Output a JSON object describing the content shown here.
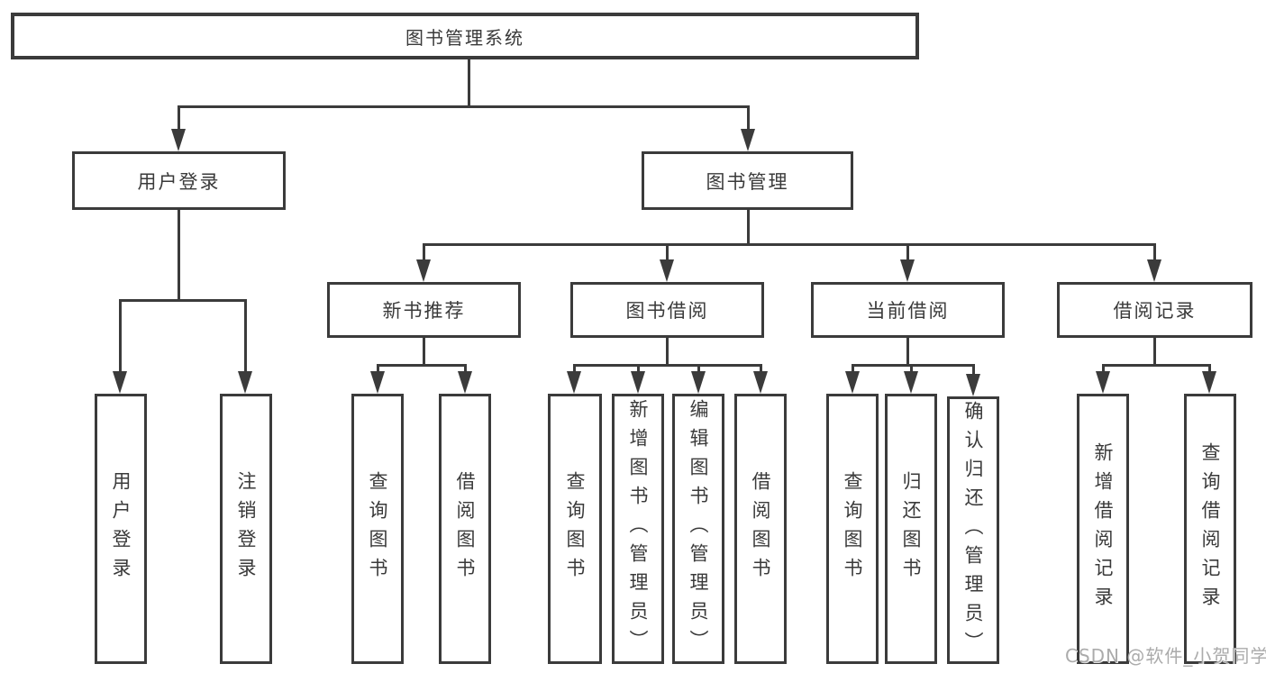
{
  "diagram": {
    "root": {
      "label": "图书管理系统"
    },
    "level2": [
      {
        "label": "用户登录",
        "children": [
          {
            "label": "用户登录"
          },
          {
            "label": "注销登录"
          }
        ]
      },
      {
        "label": "图书管理",
        "children": [
          {
            "label": "新书推荐",
            "children": [
              {
                "label": "查询图书"
              },
              {
                "label": "借阅图书"
              }
            ]
          },
          {
            "label": "图书借阅",
            "children": [
              {
                "label": "查询图书"
              },
              {
                "label": "新增图书（管理员）"
              },
              {
                "label": "编辑图书（管理员）"
              },
              {
                "label": "借阅图书"
              }
            ]
          },
          {
            "label": "当前借阅",
            "children": [
              {
                "label": "查询图书"
              },
              {
                "label": "归还图书"
              },
              {
                "label": "确认归还（管理员）"
              }
            ]
          },
          {
            "label": "借阅记录",
            "children": [
              {
                "label": "新增借阅记录"
              },
              {
                "label": "查询借阅记录"
              }
            ]
          }
        ]
      }
    ]
  },
  "watermark": {
    "text": "CSDN @软件_小贺同学"
  },
  "colors": {
    "line": "#3b3b3b",
    "text": "#3a3a3a",
    "background": "#ffffff",
    "watermark": "#ababab"
  }
}
